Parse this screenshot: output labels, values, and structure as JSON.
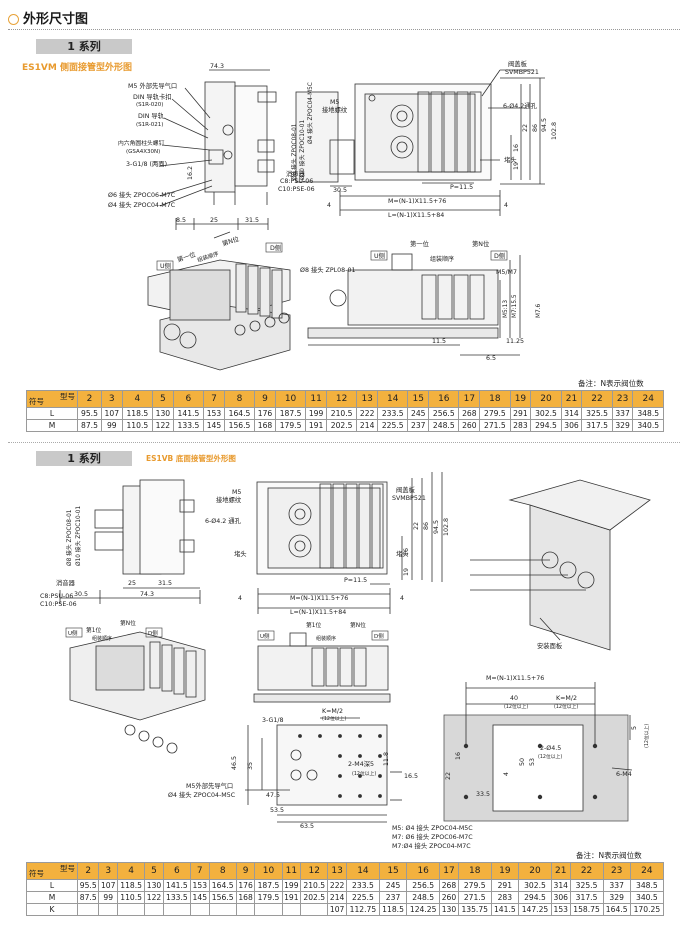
{
  "page": {
    "title": "外形尺寸图"
  },
  "section1": {
    "series": "1 系列",
    "heading": "ES1VM 侧面接管型外形图",
    "labels": {
      "w743": "74.3",
      "m5_pilot": "M5 外部先导气口",
      "din_clip": "DIN 导轨卡扣",
      "din_clip_code": "(S1R-020)",
      "din_rail": "DIN 导轨",
      "din_rail_code": "(S1R-021)",
      "hex_screw": "内六角圆柱头螺钉",
      "hex_screw_code": "(GSA4X30N)",
      "g18": "3-G1/8 (两面)",
      "p6": "Ø6 接头 ZPOC06-M7C",
      "p4": "Ø4 接头 ZPOC04-M7C",
      "d85": "8.5",
      "d25": "25",
      "d315": "31.5",
      "d162": "16.2",
      "v8": "Ø8 接头 ZPOC08-01",
      "v10": "Ø10 接头 ZPOC10-01",
      "v4m5": "Ø4 接头 ZPOC04-M5C",
      "m5": "M5",
      "ground": "接地螺纹",
      "silencer": "消声器",
      "c8": "C8:PSU-06",
      "c10": "C10:PSE-06",
      "d305": "30.5",
      "d4a": "4",
      "d4b": "4",
      "plate": "阀盖板",
      "plate_code": "SVMBP521",
      "holes": "6-Ø4.2通孔",
      "p115": "P=11.5",
      "mdim": "M=(N-1)X11.5+76",
      "ldim": "L=(N-1)X11.5+84",
      "plug": "堵头",
      "h22": "22",
      "h86": "86",
      "h945": "94.5",
      "h1028": "102.8",
      "h16": "16",
      "h19": "19",
      "first": "第一位",
      "nth": "第N位",
      "order": "组装顺序",
      "u": "U侧",
      "d": "D侧",
      "zpl": "Ø8 接头 ZPL08-01",
      "m5m7": "M5/M7",
      "m513": "M5:13",
      "m7155": "M7:15.5",
      "m76": "M7.6",
      "d115": "11.5",
      "d1125": "11.25",
      "d65": "6.5"
    },
    "note": "备注：N表示阀位数",
    "table": {
      "corner_top": "型号",
      "corner_bottom": "符号",
      "cols": [
        "2",
        "3",
        "4",
        "5",
        "6",
        "7",
        "8",
        "9",
        "10",
        "11",
        "12",
        "13",
        "14",
        "15",
        "16",
        "17",
        "18",
        "19",
        "20",
        "21",
        "22",
        "23",
        "24"
      ],
      "rows": [
        {
          "sym": "L",
          "vals": [
            "95.5",
            "107",
            "118.5",
            "130",
            "141.5",
            "153",
            "164.5",
            "176",
            "187.5",
            "199",
            "210.5",
            "222",
            "233.5",
            "245",
            "256.5",
            "268",
            "279.5",
            "291",
            "302.5",
            "314",
            "325.5",
            "337",
            "348.5"
          ]
        },
        {
          "sym": "M",
          "vals": [
            "87.5",
            "99",
            "110.5",
            "122",
            "133.5",
            "145",
            "156.5",
            "168",
            "179.5",
            "191",
            "202.5",
            "214",
            "225.5",
            "237",
            "248.5",
            "260",
            "271.5",
            "283",
            "294.5",
            "306",
            "317.5",
            "329",
            "340.5"
          ]
        }
      ]
    }
  },
  "section2": {
    "series": "1 系列",
    "heading": "ES1VB 底面接管型外形图",
    "labels": {
      "v8": "Ø8 接头 ZPOC08-01",
      "v10": "Ø10 接头 ZPOC10-01",
      "silencer": "消音器",
      "c8": "C8:PSU-06",
      "c10": "C10:PSE-06",
      "d305": "30.5",
      "d743": "74.3",
      "d25": "25",
      "d315": "31.5",
      "m5": "M5",
      "ground": "接地螺纹",
      "holes": "6-Ø4.2 通孔",
      "plug": "堵头",
      "plate": "阀盖板",
      "plate_code": "SVMBP521",
      "p115": "P=11.5",
      "mdim": "M=(N-1)X11.5+76",
      "ldim": "L=(N-1)X11.5+84",
      "d4a": "4",
      "d4b": "4",
      "h22": "22",
      "h86": "86",
      "h945": "94.5",
      "h1028": "102.8",
      "h16": "16",
      "h19": "19",
      "mount": "安装面板",
      "first": "第1位",
      "nth": "第N位",
      "order": "组装顺序",
      "u": "U侧",
      "d": "D侧",
      "mdim2": "M=(N-1)X11.5+76",
      "d40": "40",
      "km2": "K=M/2",
      "min12": "(12位以上)",
      "hole2": "2-Ø4.5",
      "m4": "6-M4",
      "d5": "5",
      "d335": "33.5",
      "d53": "53",
      "d50": "50",
      "d16b": "16",
      "d22b": "22",
      "d4c": "4",
      "g18": "3-G1/8",
      "km2b": "K=M/2",
      "min12b": "(12位以上)",
      "m4deep": "2-M4深5",
      "min12c": "(12位以上)",
      "d465": "46.5",
      "d35": "35",
      "d53b": "53.5",
      "d475": "47.5",
      "d635": "63.5",
      "d118": "11.8",
      "d165": "16.5",
      "m5pilot": "M5外部先导气口",
      "p4m5": "Ø4 接头 ZPOC04-M5C",
      "port_m5": "M5: Ø4 接头 ZPOC04-M5C",
      "port_m7a": "M7: Ø6 接头 ZPOC06-M7C",
      "port_m7b": "M7:Ø4 接头 ZPOC04-M7C"
    },
    "note": "备注：N表示阀位数",
    "table": {
      "corner_top": "型号",
      "corner_bottom": "符号",
      "cols": [
        "2",
        "3",
        "4",
        "5",
        "6",
        "7",
        "8",
        "9",
        "10",
        "11",
        "12",
        "13",
        "14",
        "15",
        "16",
        "17",
        "18",
        "19",
        "20",
        "21",
        "22",
        "23",
        "24"
      ],
      "rows": [
        {
          "sym": "L",
          "vals": [
            "95.5",
            "107",
            "118.5",
            "130",
            "141.5",
            "153",
            "164.5",
            "176",
            "187.5",
            "199",
            "210.5",
            "222",
            "233.5",
            "245",
            "256.5",
            "268",
            "279.5",
            "291",
            "302.5",
            "314",
            "325.5",
            "337",
            "348.5"
          ]
        },
        {
          "sym": "M",
          "vals": [
            "87.5",
            "99",
            "110.5",
            "122",
            "133.5",
            "145",
            "156.5",
            "168",
            "179.5",
            "191",
            "202.5",
            "214",
            "225.5",
            "237",
            "248.5",
            "260",
            "271.5",
            "283",
            "294.5",
            "306",
            "317.5",
            "329",
            "340.5"
          ]
        },
        {
          "sym": "K",
          "vals": [
            "",
            "",
            "",
            "",
            "",
            "",
            "",
            "",
            "",
            "",
            "",
            "107",
            "112.75",
            "118.5",
            "124.25",
            "130",
            "135.75",
            "141.5",
            "147.25",
            "153",
            "158.75",
            "164.5",
            "170.25"
          ]
        }
      ]
    }
  }
}
